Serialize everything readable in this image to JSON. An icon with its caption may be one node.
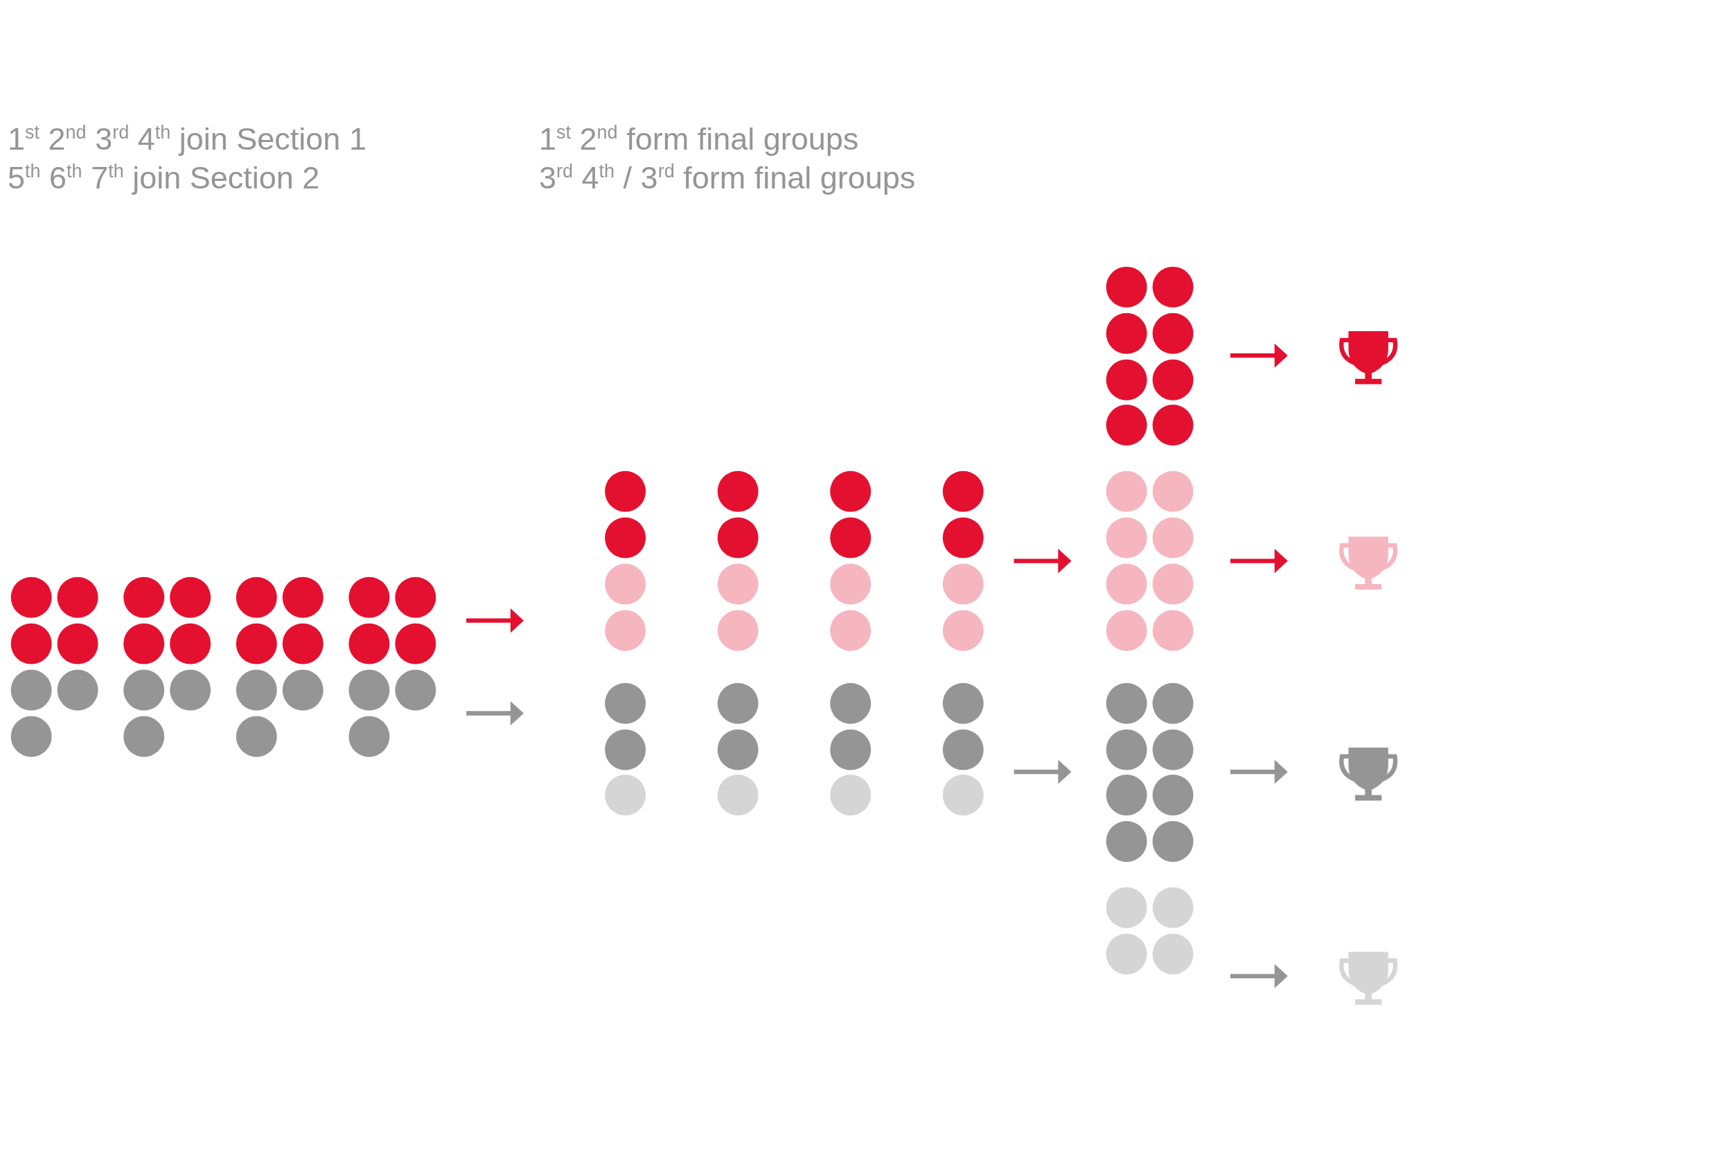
{
  "diagram": {
    "labels": [
      "1$^{st}$ 2$^{nd}$ 3$^{rd}$ 4$^{th}$ join Section 1",
      "5$^{th}$ 6$^{th}$ 7$^{th}$ join Section 2",
      "1$^{st}$ 2$^{nd}$ form final groups",
      "3$^{rd}$ 4$^{th}$ / 3$^{rd}$ form final groups"
    ]
  }
}
